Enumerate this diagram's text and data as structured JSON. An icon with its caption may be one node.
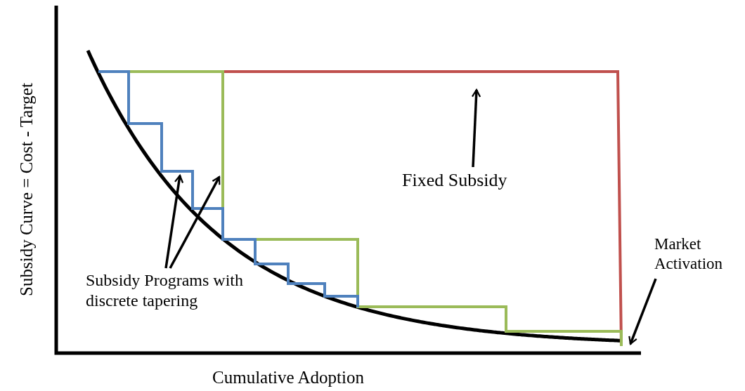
{
  "diagram": {
    "nodes": [
      {
        "text": [
          "Fixed Subsidy"
        ]
      },
      {
        "text": [
          "Subsidy Programs with discrete tapering"
        ]
      },
      {
        "text": [
          "Market Activation"
        ]
      }
    ],
    "edges": [
      {
        "from": 0,
        "to": null,
        "arrow": "to"
      },
      {
        "from": 1,
        "to": null,
        "arrow": "to"
      },
      {
        "from": 1,
        "to": null,
        "arrow": "to"
      },
      {
        "from": 2,
        "to": null,
        "arrow": "to"
      }
    ],
    "labels": [
      "Subsidy Curve = Cost - Target",
      "Cumulative Adoption"
    ]
  }
}
